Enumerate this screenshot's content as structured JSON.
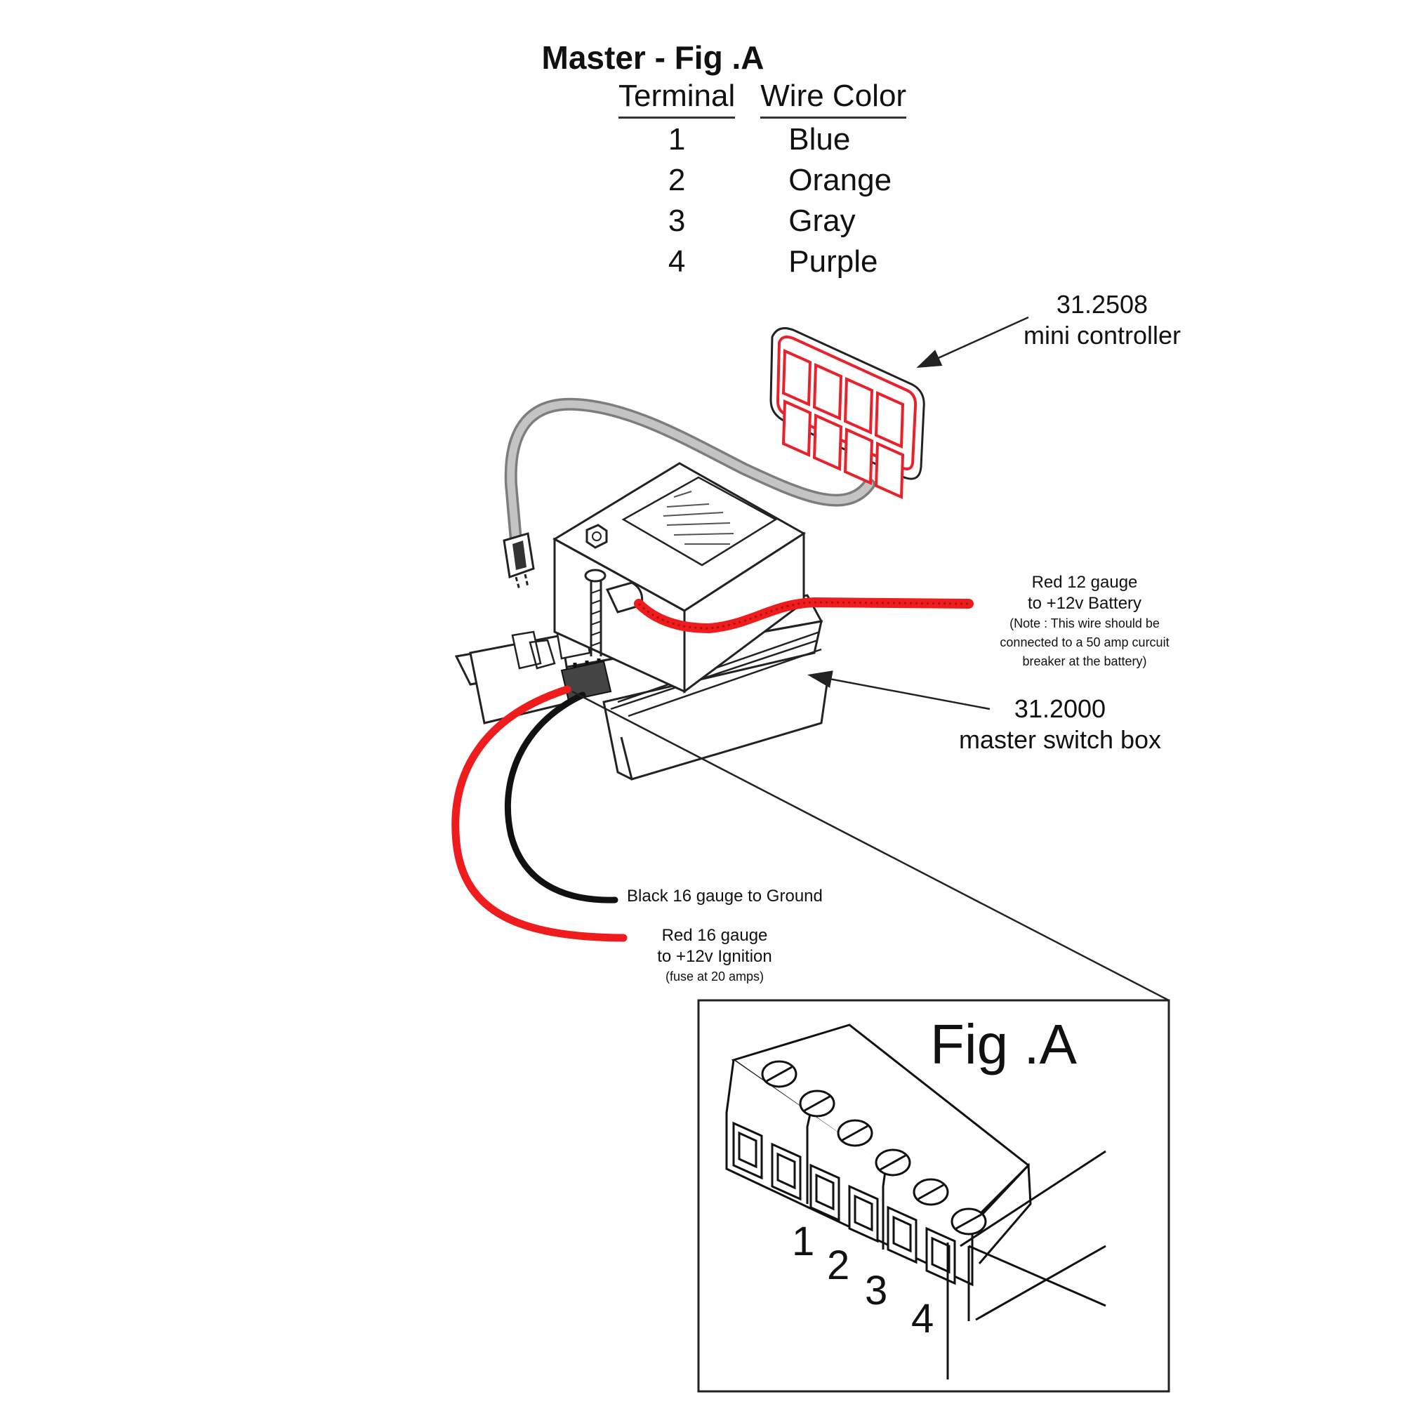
{
  "table": {
    "title": "Master - Fig .A",
    "headers": [
      "Terminal",
      "Wire Color"
    ],
    "rows": [
      {
        "terminal": "1",
        "color": "Blue"
      },
      {
        "terminal": "2",
        "color": "Orange"
      },
      {
        "terminal": "3",
        "color": "Gray"
      },
      {
        "terminal": "4",
        "color": "Purple"
      }
    ]
  },
  "labels": {
    "mini_controller_part": "31.2508",
    "mini_controller_name": "mini controller",
    "battery_line1": "Red 12 gauge",
    "battery_line2": "to +12v Battery",
    "battery_note1": "(Note : This wire should be",
    "battery_note2": "connected to a 50 amp curcuit",
    "battery_note3": "breaker at the battery)",
    "switchbox_part": "31.2000",
    "switchbox_name": "master switch box",
    "ground": "Black 16 gauge to Ground",
    "ignition_line1": "Red 16 gauge",
    "ignition_line2": "to +12v Ignition",
    "ignition_note": "(fuse at 20 amps)",
    "fig_title": "Fig .A",
    "terminal_numbers": [
      "1",
      "2",
      "3",
      "4"
    ]
  },
  "colors": {
    "red_wire": "#ee1c1c",
    "black_wire": "#111111",
    "gray_cable": "#a8a8a8",
    "button_red": "#e8212b",
    "line": "#222222"
  }
}
